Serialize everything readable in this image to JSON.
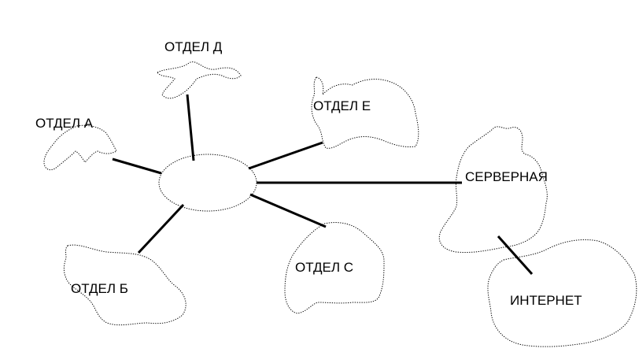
{
  "diagram": {
    "nodes": {
      "otdel_d": "ОТДЕЛ Д",
      "otdel_e": "ОТДЕЛ Е",
      "otdel_a": "ОТДЕЛ А",
      "otdel_b": "ОТДЕЛ Б",
      "otdel_c": "ОТДЕЛ С",
      "servernaya": "СЕРВЕРНАЯ",
      "internet": "ИНТЕРНЕТ"
    },
    "edges": [
      {
        "from": "hub",
        "to": "otdel_d"
      },
      {
        "from": "hub",
        "to": "otdel_e"
      },
      {
        "from": "hub",
        "to": "otdel_a"
      },
      {
        "from": "hub",
        "to": "otdel_b"
      },
      {
        "from": "hub",
        "to": "otdel_c"
      },
      {
        "from": "hub",
        "to": "servernaya"
      },
      {
        "from": "servernaya",
        "to": "internet"
      }
    ],
    "colors": {
      "stroke": "#000000",
      "background": "#ffffff"
    }
  }
}
